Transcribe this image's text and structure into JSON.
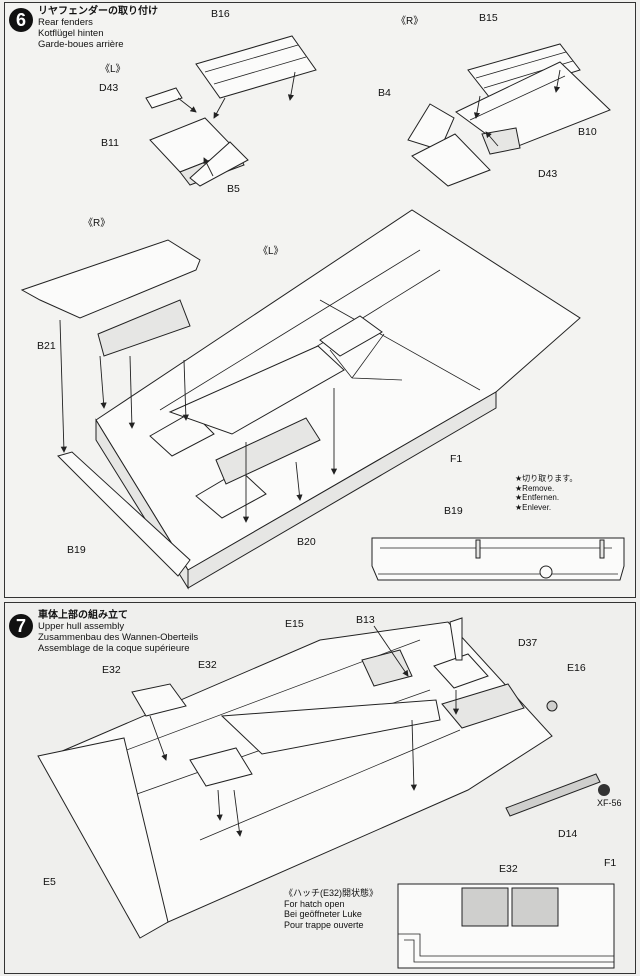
{
  "step6": {
    "number": "6",
    "title_jp": "リヤフェンダーの取り付け",
    "title_en": "Rear fenders",
    "title_de": "Kotflügel hinten",
    "title_fr": "Garde-boues arrière",
    "side_left": "《L》",
    "side_right": "《R》",
    "side_right_2": "《R》",
    "side_left_2": "《L》",
    "labels": {
      "b16": "B16",
      "d43_left": "D43",
      "b11": "B11",
      "b5": "B5",
      "b15": "B15",
      "b4": "B4",
      "b10": "B10",
      "d43_right": "D43",
      "b21": "B21",
      "b19": "B19",
      "b20": "B20",
      "f1": "F1",
      "b19_detail": "B19"
    },
    "remove_note": {
      "jp": "★切り取ります。",
      "en": "★Remove.",
      "de": "★Entfernen.",
      "fr": "★Enlever."
    }
  },
  "step7": {
    "number": "7",
    "title_jp": "車体上部の組み立て",
    "title_en": "Upper hull assembly",
    "title_de": "Zusammenbau des Wannen-Oberteils",
    "title_fr": "Assemblage de la coque supérieure",
    "labels": {
      "b13": "B13",
      "e15": "E15",
      "d37": "D37",
      "e32_a": "E32",
      "e32_b": "E32",
      "e16": "E16",
      "xf56": "XF-56",
      "d14": "D14",
      "e5": "E5",
      "e32_detail": "E32",
      "f1_detail": "F1"
    },
    "hatch_note": {
      "jp": "《ハッチ(E32)開状態》",
      "en": "For hatch open",
      "de": "Bei geöffneter Luke",
      "fr": "Pour trappe ouverte"
    }
  }
}
